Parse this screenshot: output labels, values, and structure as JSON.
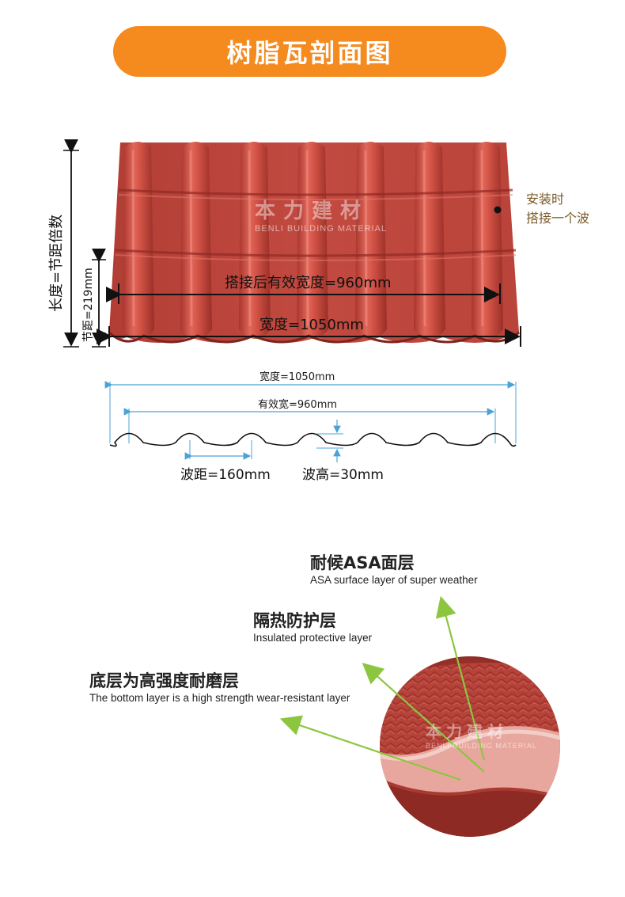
{
  "header": {
    "title": "树脂瓦剖面图"
  },
  "tile_view": {
    "length_label": "长度=节距倍数",
    "pitch_label": "节距=219mm",
    "effective_width_label": "搭接后有效宽度=960mm",
    "width_label": "宽度=1050mm",
    "overlap_note": [
      "安装时",
      "搭接一个波"
    ],
    "watermark_cn": "本力建材",
    "watermark_en": "BENLI BUILDING MATERIAL",
    "tile_color": "#c8473d"
  },
  "profile_view": {
    "width_label": "宽度=1050mm",
    "effective_width_label": "有效宽=960mm",
    "wave_pitch_label": "波距=160mm",
    "wave_height_label": "波高=30mm"
  },
  "layers": [
    {
      "cn": "耐候ASA面层",
      "en": "ASA surface layer of super weather"
    },
    {
      "cn": "隔热防护层",
      "en": "Insulated protective layer"
    },
    {
      "cn": "底层为高强度耐磨层",
      "en": "The bottom layer is a high strength wear-resistant layer"
    }
  ],
  "closeup": {
    "watermark_cn": "本力建材",
    "watermark_en": "BENLI BUILDING MATERIAL"
  },
  "colors": {
    "accent": "#f58a1f",
    "dimension_line": "#4aa3d8",
    "arrow_green": "#8cc63f"
  }
}
